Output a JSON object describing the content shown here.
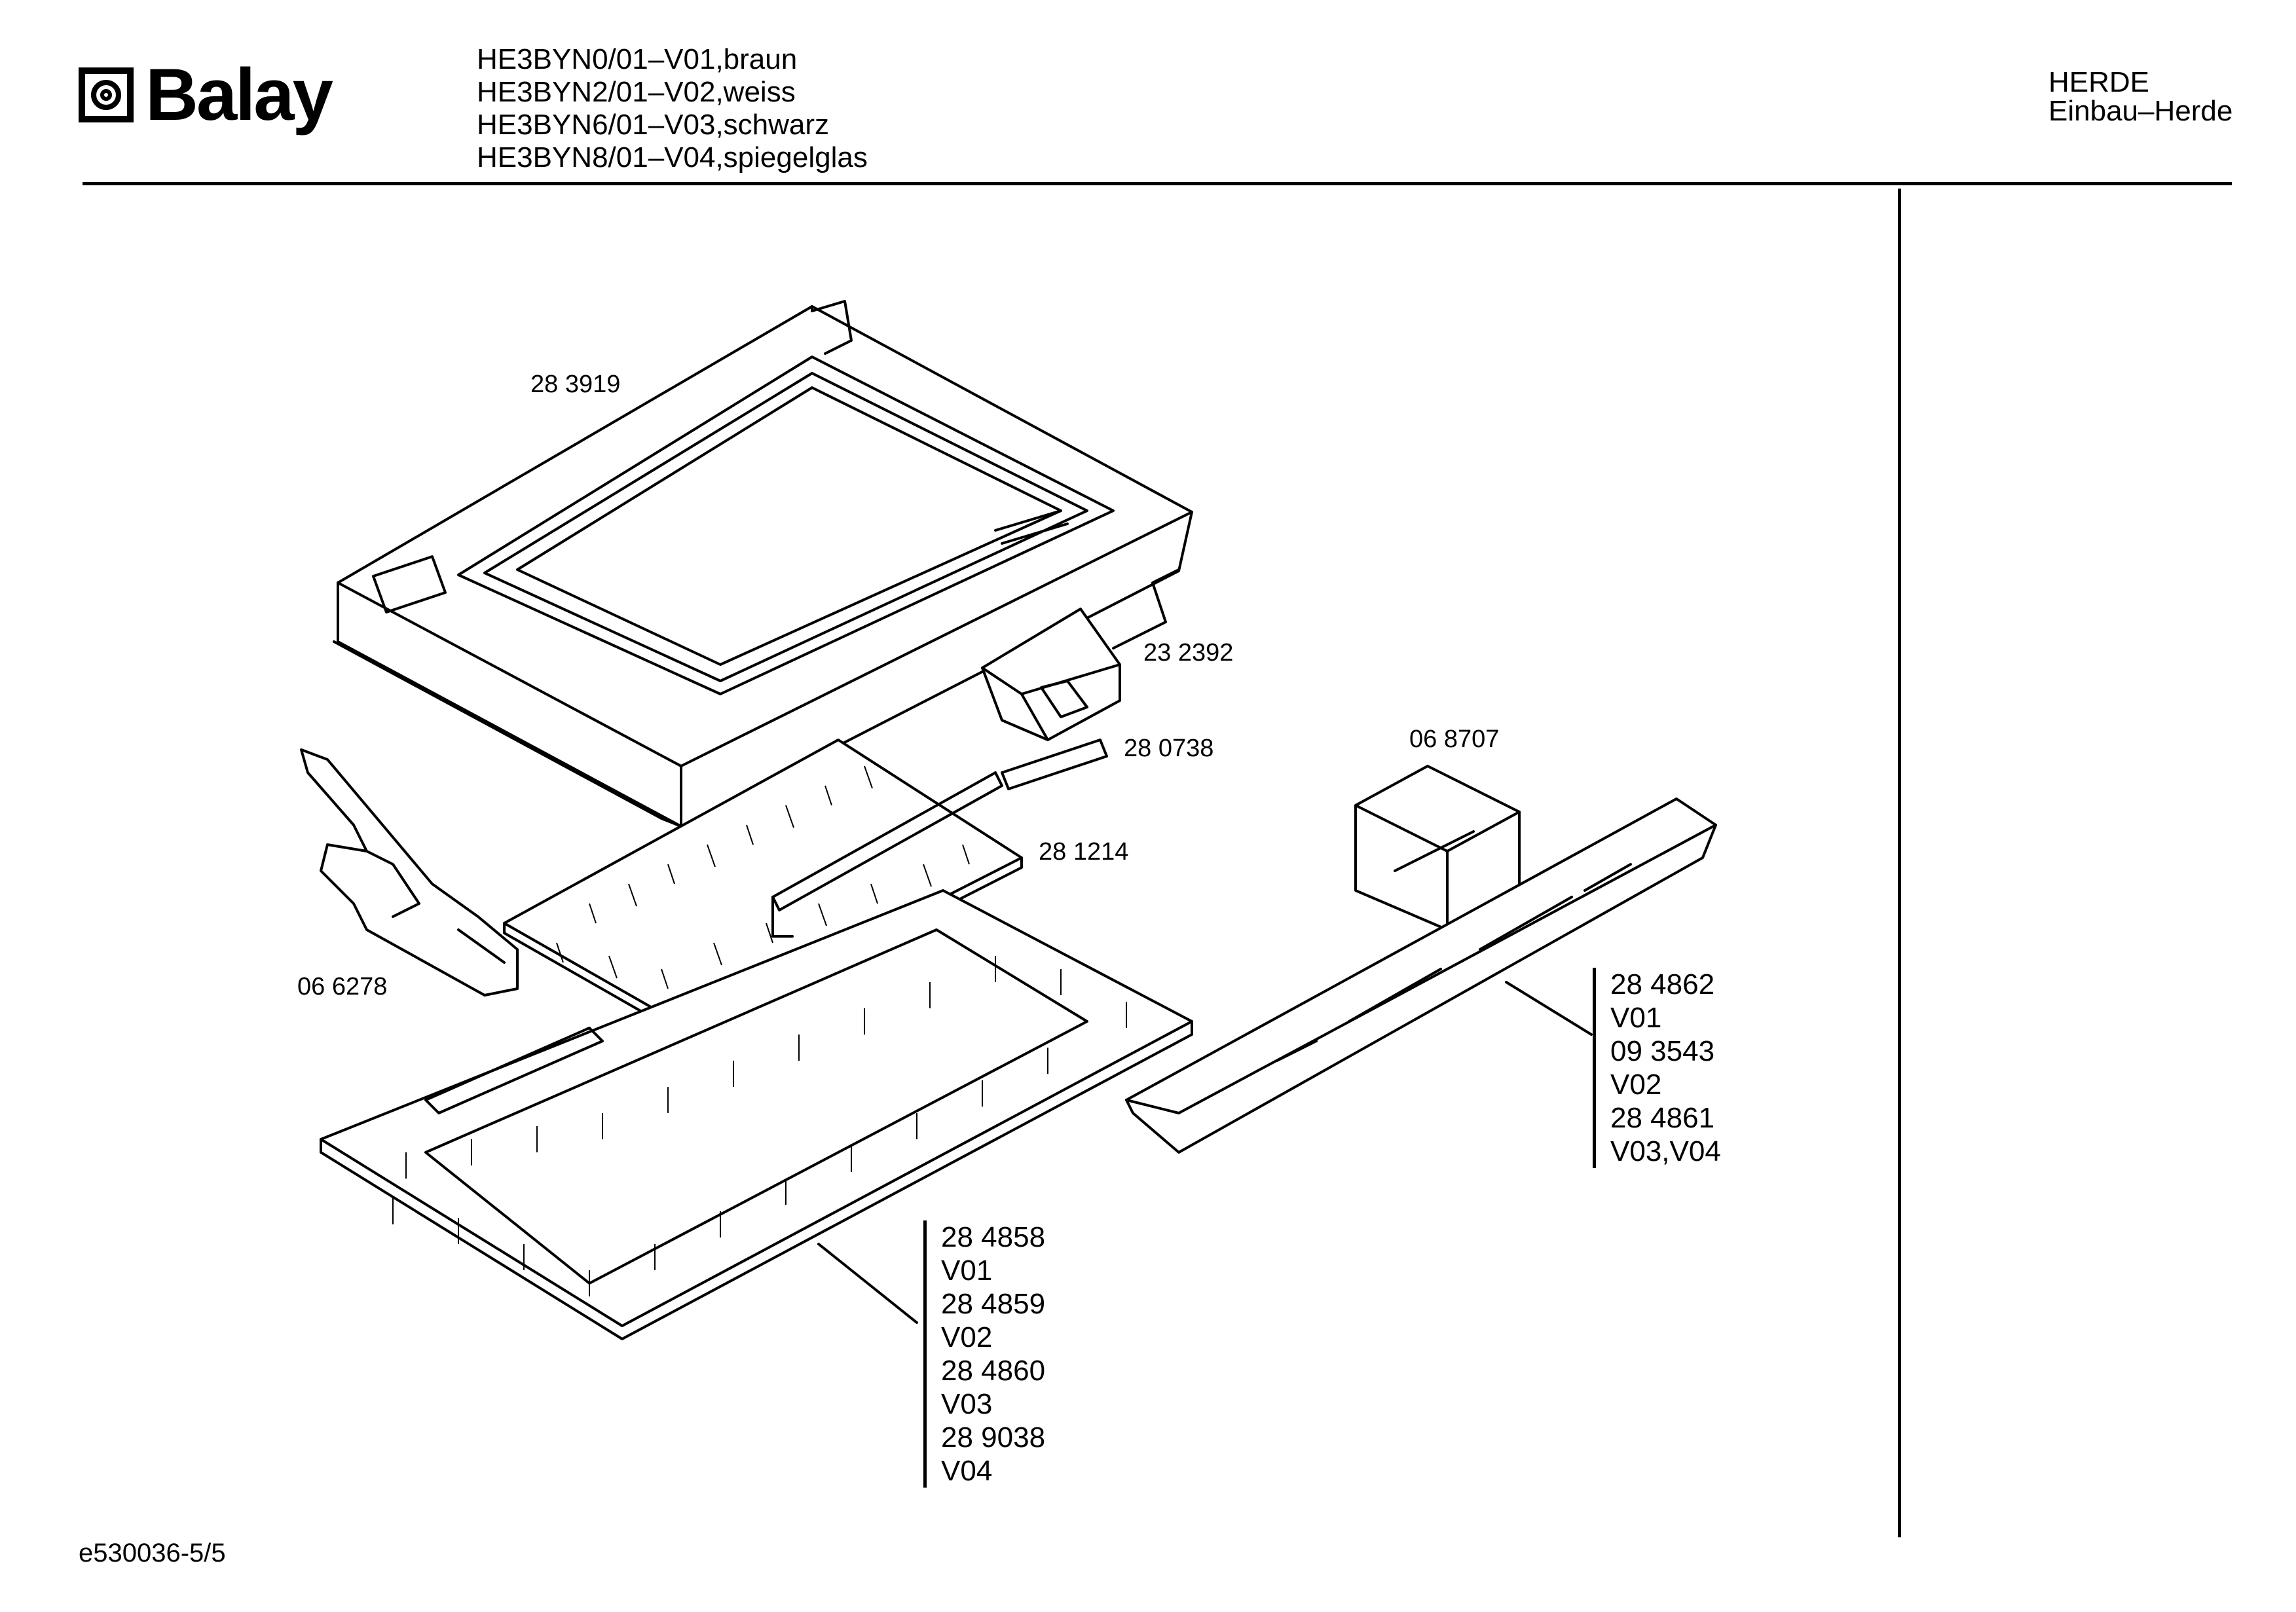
{
  "header": {
    "brand": "Balay",
    "models": [
      "HE3BYN0/01–V01,braun",
      "HE3BYN2/01–V02,weiss",
      "HE3BYN6/01–V03,schwarz",
      "HE3BYN8/01–V04,spiegelglas"
    ],
    "category": "HERDE",
    "subcategory": "Einbau–Herde"
  },
  "parts": {
    "door_frame": "28 3919",
    "hinge_bracket": "23 2392",
    "strip": "28 0738",
    "inner_glass": "28 1214",
    "hinge": "06 6278",
    "handle_block": "06 8707"
  },
  "handle_list": [
    "28 4862",
    "V01",
    "09 3543",
    "V02",
    "28 4861",
    "V03,V04"
  ],
  "glass_list": [
    "28 4858",
    "V01",
    "28 4859",
    "V02",
    "28 4860",
    "V03",
    "28 9038",
    "V04"
  ],
  "footer": {
    "code": "e530036-5/5"
  }
}
